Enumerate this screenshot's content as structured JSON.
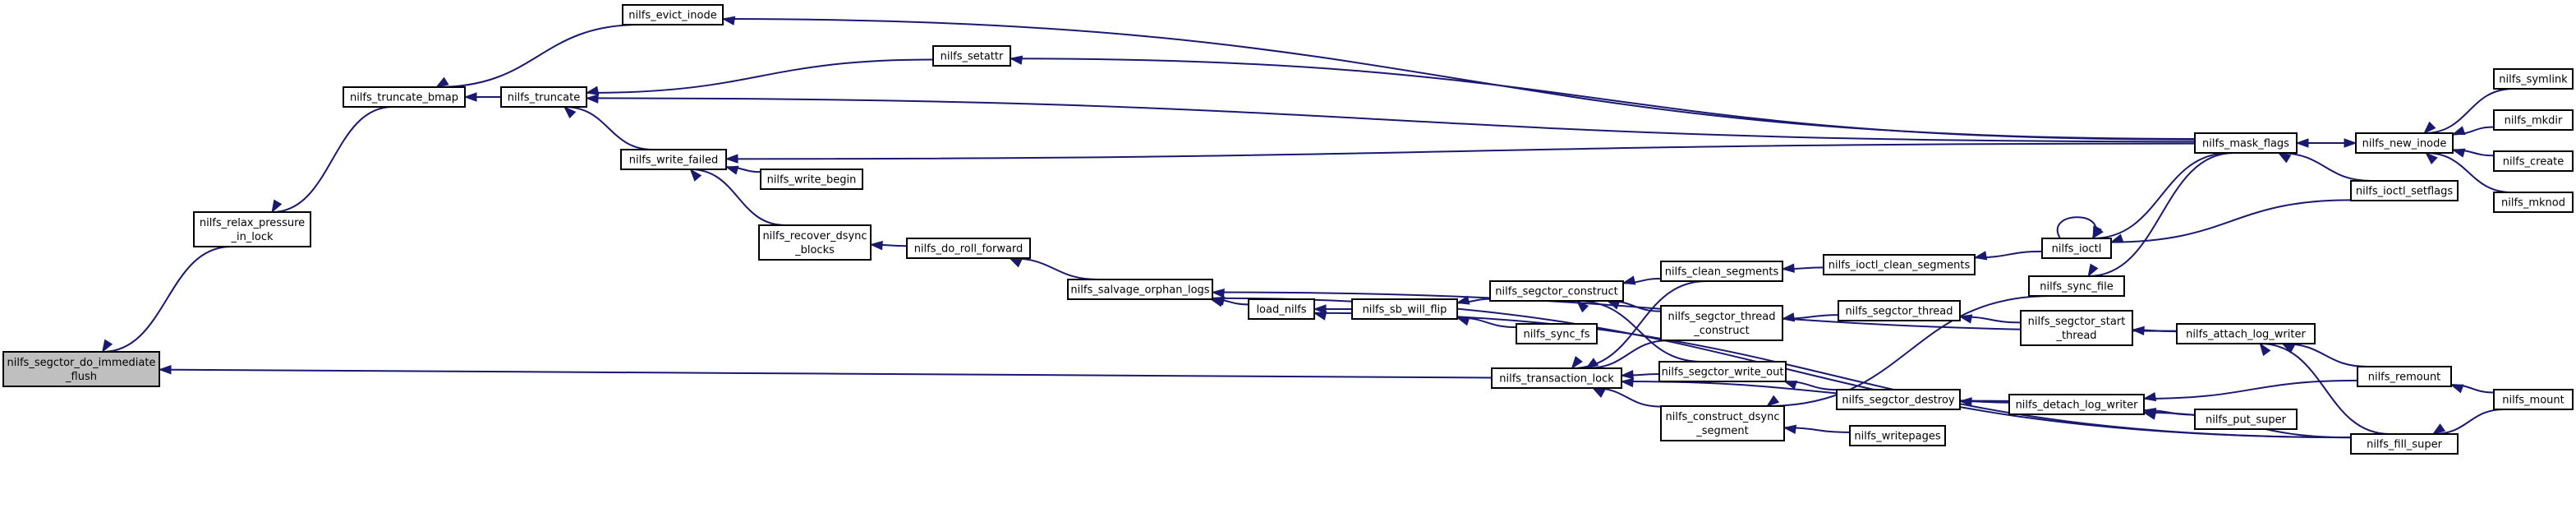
{
  "colors": {
    "edge": "#191970",
    "node_fill": "#ffffff",
    "root_fill": "#bfbfbf",
    "node_border": "#000000"
  },
  "nodes": [
    {
      "id": "nilfs_segctor_do_immediate_flush",
      "lines": [
        "nilfs_segctor_do_immediate",
        "_flush"
      ],
      "root": true
    },
    {
      "id": "nilfs_relax_pressure_in_lock",
      "lines": [
        "nilfs_relax_pressure",
        "_in_lock"
      ]
    },
    {
      "id": "nilfs_truncate_bmap",
      "lines": [
        "nilfs_truncate_bmap"
      ]
    },
    {
      "id": "nilfs_evict_inode",
      "lines": [
        "nilfs_evict_inode"
      ]
    },
    {
      "id": "nilfs_truncate",
      "lines": [
        "nilfs_truncate"
      ]
    },
    {
      "id": "nilfs_setattr",
      "lines": [
        "nilfs_setattr"
      ]
    },
    {
      "id": "nilfs_write_failed",
      "lines": [
        "nilfs_write_failed"
      ]
    },
    {
      "id": "nilfs_write_begin",
      "lines": [
        "nilfs_write_begin"
      ]
    },
    {
      "id": "nilfs_recover_dsync_blocks",
      "lines": [
        "nilfs_recover_dsync",
        "_blocks"
      ]
    },
    {
      "id": "nilfs_do_roll_forward",
      "lines": [
        "nilfs_do_roll_forward"
      ]
    },
    {
      "id": "nilfs_salvage_orphan_logs",
      "lines": [
        "nilfs_salvage_orphan_logs"
      ]
    },
    {
      "id": "load_nilfs",
      "lines": [
        "load_nilfs"
      ]
    },
    {
      "id": "nilfs_sb_will_flip",
      "lines": [
        "nilfs_sb_will_flip"
      ]
    },
    {
      "id": "nilfs_segctor_construct",
      "lines": [
        "nilfs_segctor_construct"
      ]
    },
    {
      "id": "nilfs_sync_fs",
      "lines": [
        "nilfs_sync_fs"
      ]
    },
    {
      "id": "nilfs_transaction_lock",
      "lines": [
        "nilfs_transaction_lock"
      ]
    },
    {
      "id": "nilfs_clean_segments",
      "lines": [
        "nilfs_clean_segments"
      ]
    },
    {
      "id": "nilfs_segctor_thread_construct",
      "lines": [
        "nilfs_segctor_thread",
        "_construct"
      ]
    },
    {
      "id": "nilfs_segctor_write_out",
      "lines": [
        "nilfs_segctor_write_out"
      ]
    },
    {
      "id": "nilfs_construct_dsync_segment",
      "lines": [
        "nilfs_construct_dsync",
        "_segment"
      ]
    },
    {
      "id": "nilfs_ioctl_clean_segments",
      "lines": [
        "nilfs_ioctl_clean_segments"
      ]
    },
    {
      "id": "nilfs_segctor_thread",
      "lines": [
        "nilfs_segctor_thread"
      ]
    },
    {
      "id": "nilfs_segctor_destroy",
      "lines": [
        "nilfs_segctor_destroy"
      ]
    },
    {
      "id": "nilfs_writepages",
      "lines": [
        "nilfs_writepages"
      ]
    },
    {
      "id": "nilfs_ioctl",
      "lines": [
        "nilfs_ioctl"
      ]
    },
    {
      "id": "nilfs_sync_file",
      "lines": [
        "nilfs_sync_file"
      ]
    },
    {
      "id": "nilfs_segctor_start_thread",
      "lines": [
        "nilfs_segctor_start",
        "_thread"
      ]
    },
    {
      "id": "nilfs_detach_log_writer",
      "lines": [
        "nilfs_detach_log_writer"
      ]
    },
    {
      "id": "nilfs_mask_flags",
      "lines": [
        "nilfs_mask_flags"
      ]
    },
    {
      "id": "nilfs_ioctl_setflags",
      "lines": [
        "nilfs_ioctl_setflags"
      ]
    },
    {
      "id": "nilfs_attach_log_writer",
      "lines": [
        "nilfs_attach_log_writer"
      ]
    },
    {
      "id": "nilfs_put_super",
      "lines": [
        "nilfs_put_super"
      ]
    },
    {
      "id": "nilfs_new_inode",
      "lines": [
        "nilfs_new_inode"
      ]
    },
    {
      "id": "nilfs_remount",
      "lines": [
        "nilfs_remount"
      ]
    },
    {
      "id": "nilfs_fill_super",
      "lines": [
        "nilfs_fill_super"
      ]
    },
    {
      "id": "nilfs_symlink",
      "lines": [
        "nilfs_symlink"
      ]
    },
    {
      "id": "nilfs_mkdir",
      "lines": [
        "nilfs_mkdir"
      ]
    },
    {
      "id": "nilfs_create",
      "lines": [
        "nilfs_create"
      ]
    },
    {
      "id": "nilfs_mknod",
      "lines": [
        "nilfs_mknod"
      ]
    },
    {
      "id": "nilfs_mount",
      "lines": [
        "nilfs_mount"
      ]
    }
  ],
  "edges": [
    {
      "from": "nilfs_relax_pressure_in_lock",
      "to": "nilfs_segctor_do_immediate_flush"
    },
    {
      "from": "nilfs_transaction_lock",
      "to": "nilfs_segctor_do_immediate_flush"
    },
    {
      "from": "nilfs_truncate_bmap",
      "to": "nilfs_relax_pressure_in_lock"
    },
    {
      "from": "nilfs_evict_inode",
      "to": "nilfs_truncate_bmap"
    },
    {
      "from": "nilfs_truncate",
      "to": "nilfs_truncate_bmap"
    },
    {
      "from": "nilfs_mask_flags",
      "to": "nilfs_evict_inode"
    },
    {
      "from": "nilfs_setattr",
      "to": "nilfs_truncate"
    },
    {
      "from": "nilfs_mask_flags",
      "to": "nilfs_truncate"
    },
    {
      "from": "nilfs_write_failed",
      "to": "nilfs_truncate"
    },
    {
      "from": "nilfs_mask_flags",
      "to": "nilfs_setattr"
    },
    {
      "from": "nilfs_mask_flags",
      "to": "nilfs_write_failed"
    },
    {
      "from": "nilfs_write_begin",
      "to": "nilfs_write_failed"
    },
    {
      "from": "nilfs_recover_dsync_blocks",
      "to": "nilfs_write_failed"
    },
    {
      "from": "nilfs_do_roll_forward",
      "to": "nilfs_recover_dsync_blocks"
    },
    {
      "from": "nilfs_salvage_orphan_logs",
      "to": "nilfs_do_roll_forward"
    },
    {
      "from": "nilfs_attach_log_writer",
      "to": "nilfs_salvage_orphan_logs"
    },
    {
      "from": "nilfs_fill_super",
      "to": "nilfs_salvage_orphan_logs"
    },
    {
      "from": "load_nilfs",
      "to": "nilfs_salvage_orphan_logs"
    },
    {
      "from": "nilfs_fill_super",
      "to": "load_nilfs"
    },
    {
      "from": "nilfs_sb_will_flip",
      "to": "load_nilfs"
    },
    {
      "from": "nilfs_segctor_construct",
      "to": "nilfs_sb_will_flip"
    },
    {
      "from": "nilfs_sync_fs",
      "to": "nilfs_sb_will_flip"
    },
    {
      "from": "nilfs_clean_segments",
      "to": "nilfs_segctor_construct"
    },
    {
      "from": "nilfs_segctor_thread_construct",
      "to": "nilfs_segctor_construct"
    },
    {
      "from": "nilfs_segctor_write_out",
      "to": "nilfs_segctor_construct"
    },
    {
      "from": "nilfs_clean_segments",
      "to": "nilfs_transaction_lock"
    },
    {
      "from": "nilfs_segctor_thread_construct",
      "to": "nilfs_transaction_lock"
    },
    {
      "from": "nilfs_segctor_write_out",
      "to": "nilfs_transaction_lock"
    },
    {
      "from": "nilfs_construct_dsync_segment",
      "to": "nilfs_transaction_lock"
    },
    {
      "from": "nilfs_detach_log_writer",
      "to": "nilfs_transaction_lock"
    },
    {
      "from": "nilfs_ioctl_clean_segments",
      "to": "nilfs_clean_segments"
    },
    {
      "from": "nilfs_segctor_thread",
      "to": "nilfs_segctor_thread_construct"
    },
    {
      "from": "nilfs_segctor_destroy",
      "to": "nilfs_segctor_write_out"
    },
    {
      "from": "nilfs_sync_file",
      "to": "nilfs_construct_dsync_segment"
    },
    {
      "from": "nilfs_writepages",
      "to": "nilfs_construct_dsync_segment"
    },
    {
      "from": "nilfs_ioctl",
      "to": "nilfs_ioctl_clean_segments"
    },
    {
      "from": "nilfs_segctor_start_thread",
      "to": "nilfs_segctor_thread"
    },
    {
      "from": "nilfs_detach_log_writer",
      "to": "nilfs_segctor_destroy"
    },
    {
      "from": "nilfs_ioctl",
      "to": "nilfs_ioctl"
    },
    {
      "from": "nilfs_mask_flags",
      "to": "nilfs_ioctl"
    },
    {
      "from": "nilfs_ioctl_setflags",
      "to": "nilfs_ioctl"
    },
    {
      "from": "nilfs_mask_flags",
      "to": "nilfs_sync_file"
    },
    {
      "from": "nilfs_attach_log_writer",
      "to": "nilfs_segctor_start_thread"
    },
    {
      "from": "nilfs_remount",
      "to": "nilfs_detach_log_writer"
    },
    {
      "from": "nilfs_put_super",
      "to": "nilfs_detach_log_writer"
    },
    {
      "from": "nilfs_fill_super",
      "to": "nilfs_detach_log_writer"
    },
    {
      "from": "nilfs_new_inode",
      "to": "nilfs_mask_flags"
    },
    {
      "from": "nilfs_ioctl_setflags",
      "to": "nilfs_mask_flags"
    },
    {
      "from": "nilfs_mask_flags",
      "to": "nilfs_new_inode"
    },
    {
      "from": "nilfs_remount",
      "to": "nilfs_attach_log_writer"
    },
    {
      "from": "nilfs_fill_super",
      "to": "nilfs_attach_log_writer"
    },
    {
      "from": "nilfs_symlink",
      "to": "nilfs_new_inode"
    },
    {
      "from": "nilfs_mkdir",
      "to": "nilfs_new_inode"
    },
    {
      "from": "nilfs_create",
      "to": "nilfs_new_inode"
    },
    {
      "from": "nilfs_mknod",
      "to": "nilfs_new_inode"
    },
    {
      "from": "nilfs_mount",
      "to": "nilfs_remount"
    },
    {
      "from": "nilfs_mount",
      "to": "nilfs_fill_super"
    }
  ]
}
